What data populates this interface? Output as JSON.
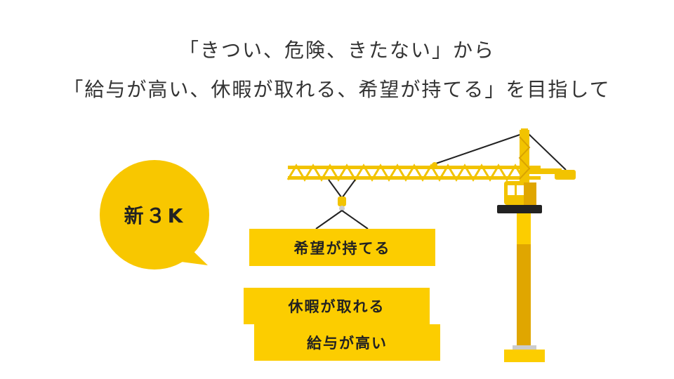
{
  "headline": {
    "line1": "「きつい、危険、きたない」から",
    "line2": "「給与が高い、休暇が取れる、希望が持てる」を目指して"
  },
  "bubble": {
    "label": "新３K"
  },
  "blocks": {
    "hope": "希望が持てる",
    "holiday": "休暇が取れる",
    "salary": "給与が高い"
  },
  "colors": {
    "yellow": "#fccd00",
    "dark_yellow": "#e0a600",
    "bubble": "#f8c700",
    "text": "#333333"
  }
}
